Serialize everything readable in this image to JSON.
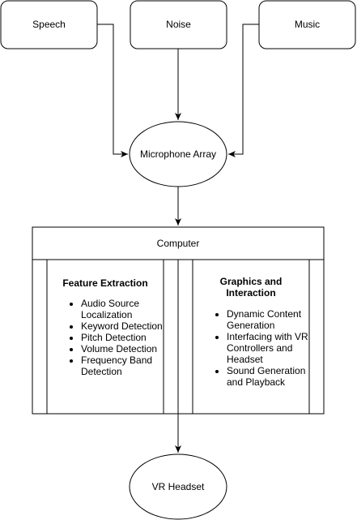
{
  "sources": {
    "speech": "Speech",
    "noise": "Noise",
    "music": "Music"
  },
  "microphone": "Microphone Array",
  "computer": {
    "title": "Computer",
    "feature_extraction": {
      "title": "Feature Extraction",
      "items": [
        "Audio Source Localization",
        "Keyword Detection",
        "Pitch Detection",
        "Volume Detection",
        "Frequency Band Detection"
      ]
    },
    "graphics": {
      "title": "Graphics and Interaction",
      "items": [
        "Dynamic Content Generation",
        "Interfacing with VR Controllers and Headset",
        "Sound Generation and Playback"
      ]
    }
  },
  "output": "VR Headset"
}
